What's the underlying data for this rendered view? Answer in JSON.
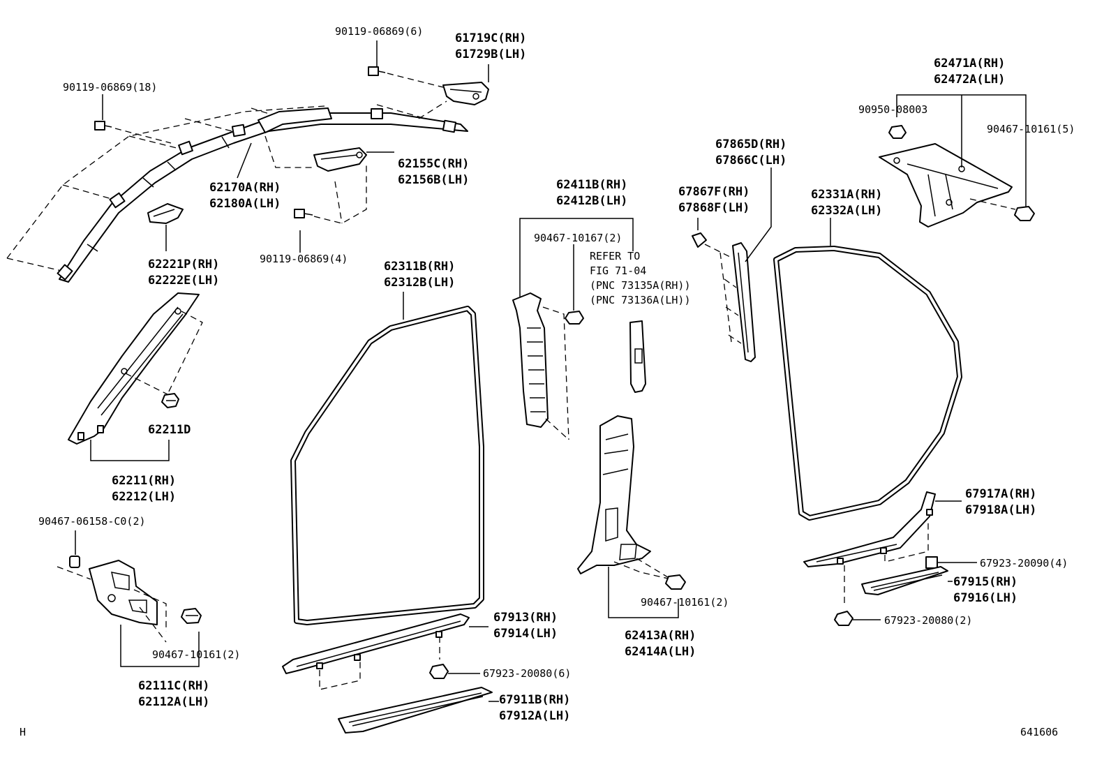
{
  "labels": [
    {
      "id": "l01",
      "lines": [
        "90119-06869(6)"
      ],
      "small": true
    },
    {
      "id": "l02",
      "lines": [
        "61719C(RH)",
        "61729B(LH)"
      ]
    },
    {
      "id": "l03",
      "lines": [
        "90119-06869(18)"
      ],
      "small": true
    },
    {
      "id": "l04",
      "lines": [
        "62155C(RH)",
        "62156B(LH)"
      ]
    },
    {
      "id": "l05",
      "lines": [
        "62170A(RH)",
        "62180A(LH)"
      ]
    },
    {
      "id": "l06",
      "lines": [
        "90119-06869(4)"
      ],
      "small": true
    },
    {
      "id": "l07",
      "lines": [
        "62221P(RH)",
        "62222E(LH)"
      ]
    },
    {
      "id": "l08",
      "lines": [
        "62211D"
      ]
    },
    {
      "id": "l09",
      "lines": [
        "62211(RH)",
        "62212(LH)"
      ]
    },
    {
      "id": "l10",
      "lines": [
        "90467-06158-C0(2)"
      ],
      "small": true
    },
    {
      "id": "l11",
      "lines": [
        "90467-10161(2)"
      ],
      "small": true
    },
    {
      "id": "l12",
      "lines": [
        "62111C(RH)",
        "62112A(LH)"
      ]
    },
    {
      "id": "l13",
      "lines": [
        "62311B(RH)",
        "62312B(LH)"
      ]
    },
    {
      "id": "l14",
      "lines": [
        "67913(RH)",
        "67914(LH)"
      ]
    },
    {
      "id": "l15",
      "lines": [
        "67923-20080(6)"
      ],
      "small": true
    },
    {
      "id": "l16",
      "lines": [
        "67911B(RH)",
        "67912A(LH)"
      ]
    },
    {
      "id": "l17",
      "lines": [
        "62411B(RH)",
        "62412B(LH)"
      ]
    },
    {
      "id": "l18",
      "lines": [
        "90467-10167(2)"
      ],
      "small": true
    },
    {
      "id": "l19",
      "lines": [
        "90467-10161(2)"
      ],
      "small": true
    },
    {
      "id": "l20",
      "lines": [
        "62413A(RH)",
        "62414A(LH)"
      ]
    },
    {
      "id": "l21",
      "lines": [
        "67865D(RH)",
        "67866C(LH)"
      ]
    },
    {
      "id": "l22",
      "lines": [
        "67867F(RH)",
        "67868F(LH)"
      ]
    },
    {
      "id": "l23",
      "lines": [
        "62331A(RH)",
        "62332A(LH)"
      ]
    },
    {
      "id": "l24",
      "lines": [
        "62471A(RH)",
        "62472A(LH)"
      ]
    },
    {
      "id": "l25",
      "lines": [
        "90950-08003"
      ],
      "small": true
    },
    {
      "id": "l26",
      "lines": [
        "90467-10161(5)"
      ],
      "small": true
    },
    {
      "id": "l27",
      "lines": [
        "67917A(RH)",
        "67918A(LH)"
      ]
    },
    {
      "id": "l28",
      "lines": [
        "67923-20090(4)"
      ],
      "small": true
    },
    {
      "id": "l29",
      "lines": [
        "67915(RH)",
        "67916(LH)"
      ]
    },
    {
      "id": "l30",
      "lines": [
        "67923-20080(2)"
      ],
      "small": true
    }
  ],
  "refer_note": [
    "REFER TO",
    "FIG  71-04",
    "(PNC 73135A(RH))",
    "(PNC 73136A(LH))"
  ],
  "corner_mark": "H",
  "diagram_id": "641606"
}
